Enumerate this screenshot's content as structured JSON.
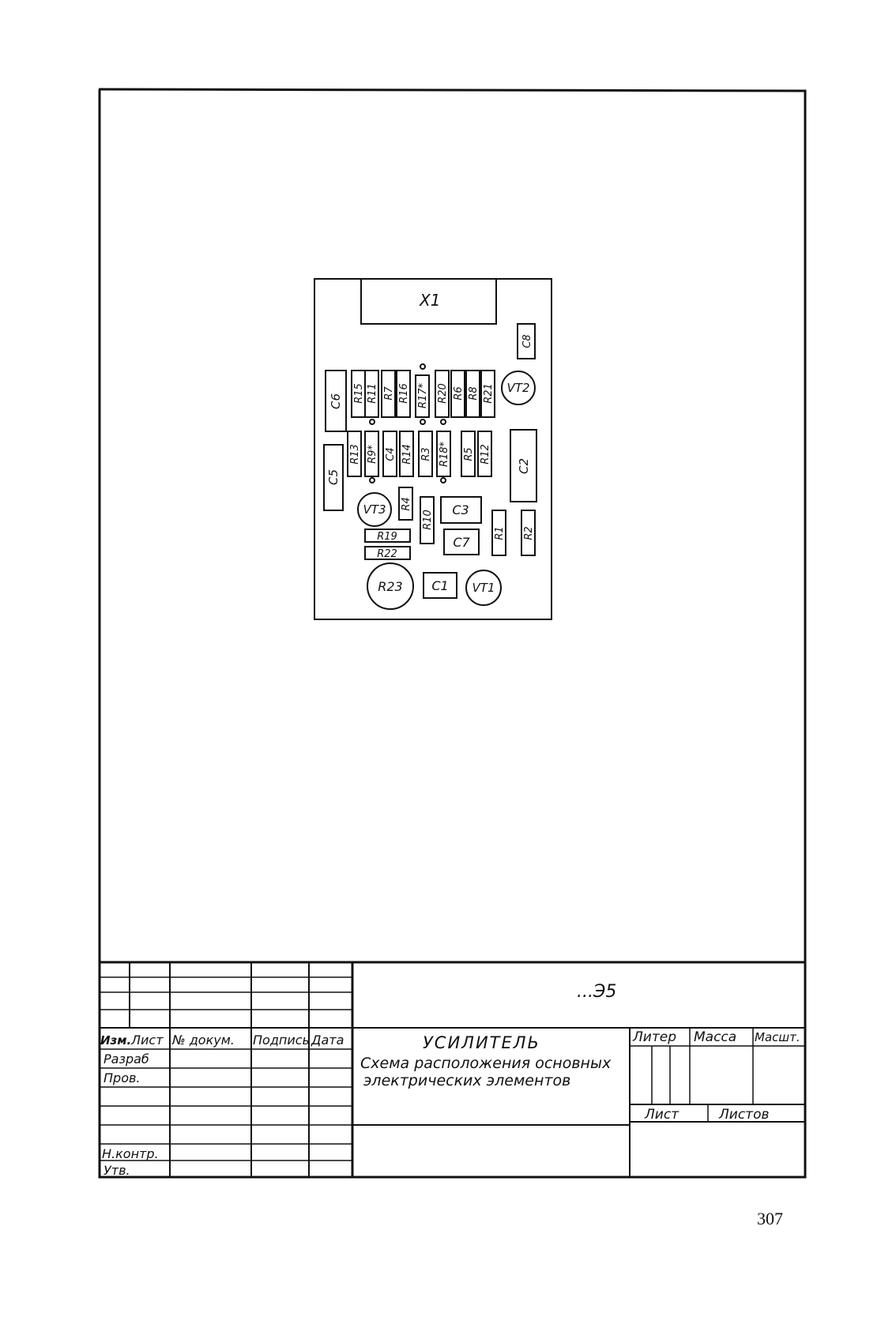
{
  "board": {
    "components": {
      "X1": "X1",
      "C8": "C8",
      "C6": "C6",
      "R15": "R15",
      "R11": "R11",
      "R7": "R7",
      "R16": "R16",
      "R17": "R17*",
      "R20": "R20",
      "R6": "R6",
      "R8": "R8",
      "R21": "R21",
      "VT2": "VT2",
      "C5": "C5",
      "R13": "R13",
      "R9": "R9*",
      "C4": "C4",
      "R14": "R14",
      "R3": "R3",
      "R18": "R18*",
      "R5": "R5",
      "R12": "R12",
      "C2": "C2",
      "VT3": "VT3",
      "R4": "R4",
      "R10": "R10",
      "C3": "C3",
      "R1": "R1",
      "R2": "R2",
      "R19": "R19",
      "R22": "R22",
      "C7": "C7",
      "R23": "R23",
      "C1": "C1",
      "VT1": "VT1"
    }
  },
  "title_block": {
    "doc_code": "...Э5",
    "headers": {
      "izm": "Изм.",
      "list": "Лист",
      "doc_no": "№ докум.",
      "podpis": "Подпись",
      "data": "Дата"
    },
    "roles": {
      "razrab": "Разраб",
      "prov": "Пров.",
      "nkontr": "Н.контр.",
      "utv": "Утв."
    },
    "title": "УСИЛИТЕЛЬ",
    "subtitle_line1": "Схема расположения основных",
    "subtitle_line2": "электрических элементов",
    "liter": "Литер",
    "massa": "Масса",
    "masshtab": "Масшт.",
    "list": "Лист",
    "listov": "Листов"
  },
  "page_number": "307"
}
